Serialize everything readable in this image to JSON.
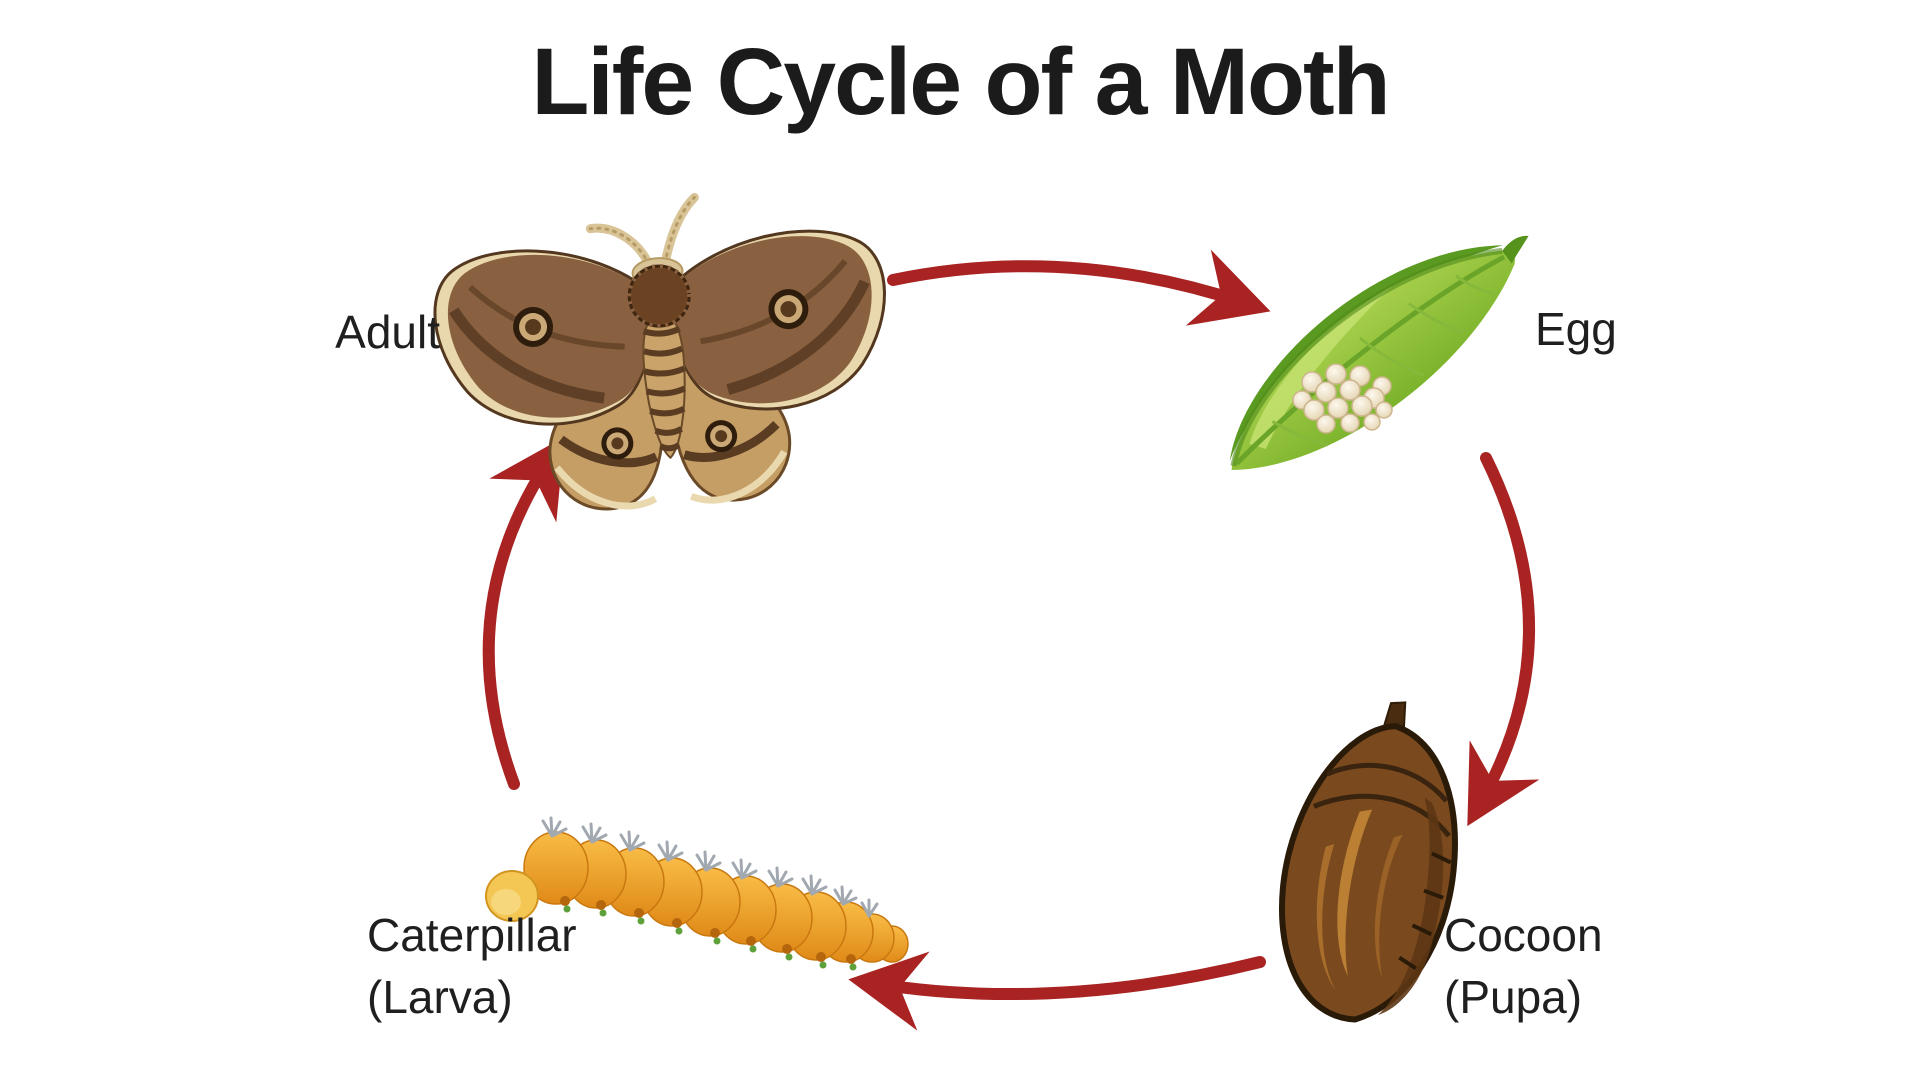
{
  "diagram": {
    "title": "Life Cycle of a Moth",
    "type": "cycle-diagram",
    "background": "#ffffff"
  },
  "colors": {
    "arrow_red": "#a82322",
    "title_text": "#1b1b1b",
    "label_text": "#1f1f1f"
  },
  "stages": [
    {
      "id": "adult",
      "label": "Adult",
      "sublabel": "",
      "icon": "moth-icon"
    },
    {
      "id": "egg",
      "label": "Egg",
      "sublabel": "",
      "icon": "egg-leaf-icon"
    },
    {
      "id": "cocoon",
      "label": "Cocoon",
      "sublabel": "(Pupa)",
      "icon": "cocoon-icon"
    },
    {
      "id": "caterpillar",
      "label": "Caterpillar",
      "sublabel": "(Larva)",
      "icon": "caterpillar-icon"
    }
  ],
  "sequence": [
    "Adult",
    "Egg",
    "Cocoon (Pupa)",
    "Caterpillar (Larva)",
    "Adult"
  ]
}
